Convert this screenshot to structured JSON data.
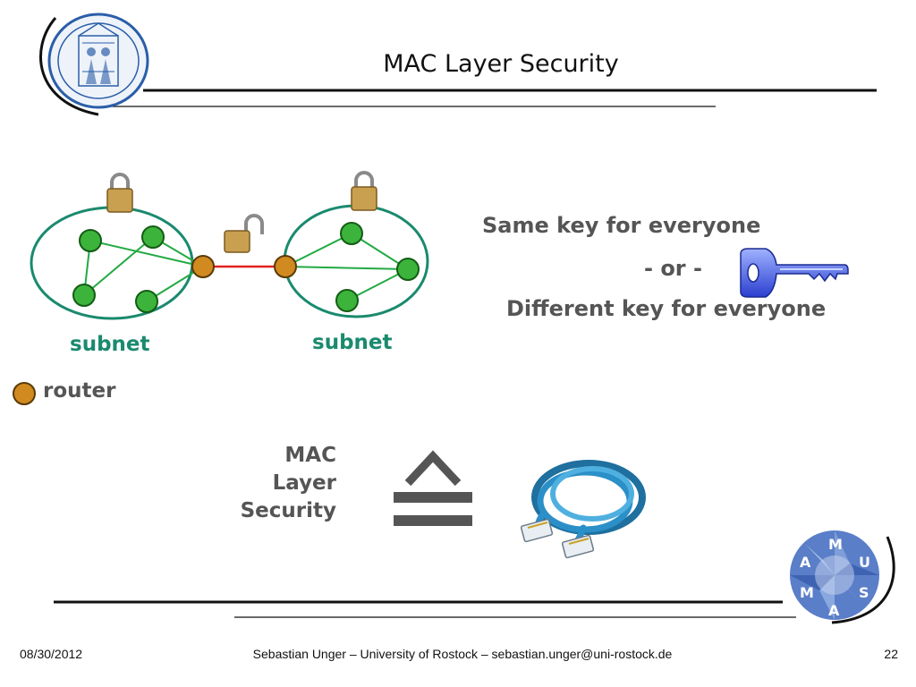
{
  "slide": {
    "title": "MAC Layer Security"
  },
  "diagram": {
    "subnet_left_label": "subnet",
    "subnet_right_label": "subnet",
    "legend_router_label": "router",
    "colors": {
      "subnet_outline": "#1a8a6e",
      "node_fill": "#3cb43c",
      "router_fill": "#d08a20",
      "router_link": "#e02020",
      "node_link": "#22aa44"
    }
  },
  "key_options": {
    "line1": "Same key for everyone",
    "separator": "- or -",
    "line2": "Different key for everyone",
    "icon": "key-icon"
  },
  "equivalence": {
    "label_line1": "MAC",
    "label_line2": "Layer",
    "label_line3": "Security",
    "symbol": "≙",
    "icon": "ethernet-cable-icon"
  },
  "logos": {
    "left": "university-seal-logo",
    "right": "musama-logo",
    "right_text": "MUSAMA"
  },
  "footer": {
    "date": "08/30/2012",
    "center": "Sebastian Unger – University of Rostock – sebastian.unger@uni-rostock.de",
    "page": "22"
  }
}
